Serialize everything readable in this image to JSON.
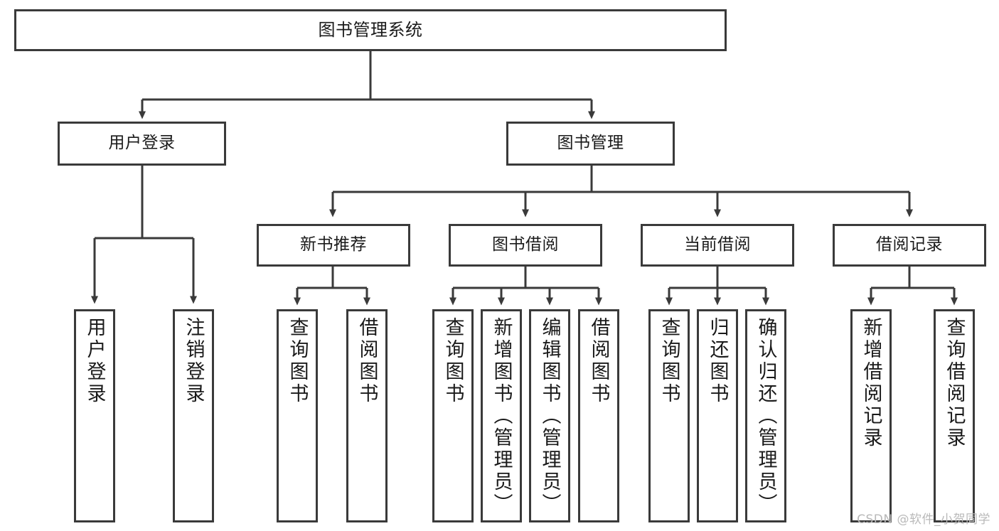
{
  "diagram": {
    "type": "tree-hierarchy-chart",
    "title": "图书管理系统",
    "root": {
      "id": "root",
      "label": "图书管理系统"
    },
    "level1": [
      {
        "id": "user-login",
        "label": "用户登录"
      },
      {
        "id": "book-management",
        "label": "图书管理"
      }
    ],
    "level2": [
      {
        "id": "new-book-recommend",
        "label": "新书推荐",
        "parent": "book-management"
      },
      {
        "id": "book-borrow",
        "label": "图书借阅",
        "parent": "book-management"
      },
      {
        "id": "current-borrow",
        "label": "当前借阅",
        "parent": "book-management"
      },
      {
        "id": "borrow-record",
        "label": "借阅记录",
        "parent": "book-management"
      }
    ],
    "leaves": {
      "user_login": [
        {
          "id": "leaf-user-login",
          "label": "用户登录"
        },
        {
          "id": "leaf-logout-login",
          "label": "注销登录"
        }
      ],
      "new_book_recommend": [
        {
          "id": "leaf-query-book-1",
          "label": "查询图书"
        },
        {
          "id": "leaf-borrow-book-1",
          "label": "借阅图书"
        }
      ],
      "book_borrow": [
        {
          "id": "leaf-query-book-2",
          "label": "查询图书"
        },
        {
          "id": "leaf-add-book",
          "label": "新增图书（管理员）"
        },
        {
          "id": "leaf-edit-book",
          "label": "编辑图书（管理员）"
        },
        {
          "id": "leaf-borrow-book-2",
          "label": "借阅图书"
        }
      ],
      "current_borrow": [
        {
          "id": "leaf-query-book-3",
          "label": "查询图书"
        },
        {
          "id": "leaf-return-book",
          "label": "归还图书"
        },
        {
          "id": "leaf-confirm-return",
          "label": "确认归还（管理员）"
        }
      ],
      "borrow_record": [
        {
          "id": "leaf-add-record",
          "label": "新增借阅记录"
        },
        {
          "id": "leaf-query-record",
          "label": "查询借阅记录"
        }
      ]
    },
    "colors": {
      "border": "#3a3a3a",
      "connector": "#3a3a3a",
      "background": "#ffffff",
      "text": "#1a1a1a",
      "watermark": "#b9b9b9"
    }
  },
  "watermark": {
    "text": "CSDN @软件_小贺同学"
  }
}
